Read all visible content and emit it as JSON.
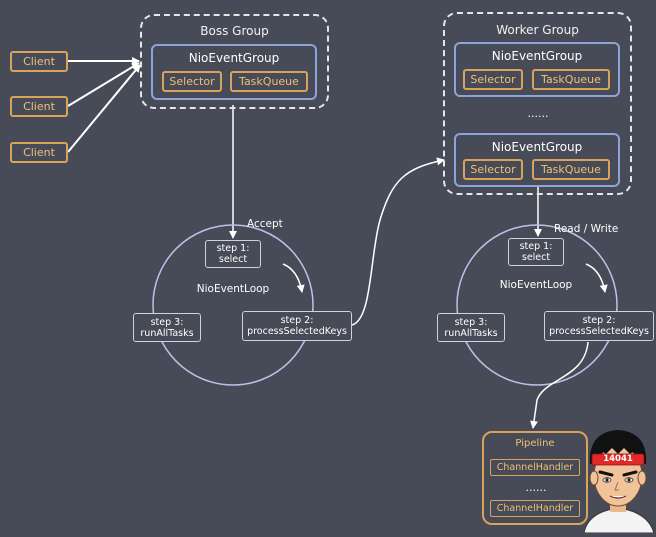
{
  "clients": [
    "Client",
    "Client",
    "Client"
  ],
  "boss_group": {
    "title": "Boss Group",
    "event_group": {
      "title": "NioEventGroup",
      "selector": "Selector",
      "task_queue": "TaskQueue"
    }
  },
  "worker_group": {
    "title": "Worker Group",
    "event_group_1": {
      "title": "NioEventGroup",
      "selector": "Selector",
      "task_queue": "TaskQueue"
    },
    "ellipsis": "......",
    "event_group_2": {
      "title": "NioEventGroup",
      "selector": "Selector",
      "task_queue": "TaskQueue"
    }
  },
  "boss_loop": {
    "edge_label": "Accept",
    "label": "NioEventLoop",
    "step1": {
      "line1": "step 1:",
      "line2": "select"
    },
    "step2": {
      "line1": "step 2:",
      "line2": "processSelectedKeys"
    },
    "step3": {
      "line1": "step 3:",
      "line2": "runAllTasks"
    }
  },
  "worker_loop": {
    "edge_label": "Read / Write",
    "label": "NioEventLoop",
    "step1": {
      "line1": "step 1:",
      "line2": "select"
    },
    "step2": {
      "line1": "step 2:",
      "line2": "processSelectedKeys"
    },
    "step3": {
      "line1": "step 3:",
      "line2": "runAllTasks"
    }
  },
  "pipeline": {
    "title": "Pipeline",
    "handler_1": "ChannelHandler",
    "ellipsis": "......",
    "handler_2": "ChannelHandler"
  },
  "avatar": {
    "badge": "14041"
  },
  "colors": {
    "background": "#474a57",
    "dashed_border": "#e6e6e6",
    "event_group_border": "#8fa3d9",
    "orange_accent": "#d9a35b",
    "loop_circle": "#b9c3e8"
  }
}
